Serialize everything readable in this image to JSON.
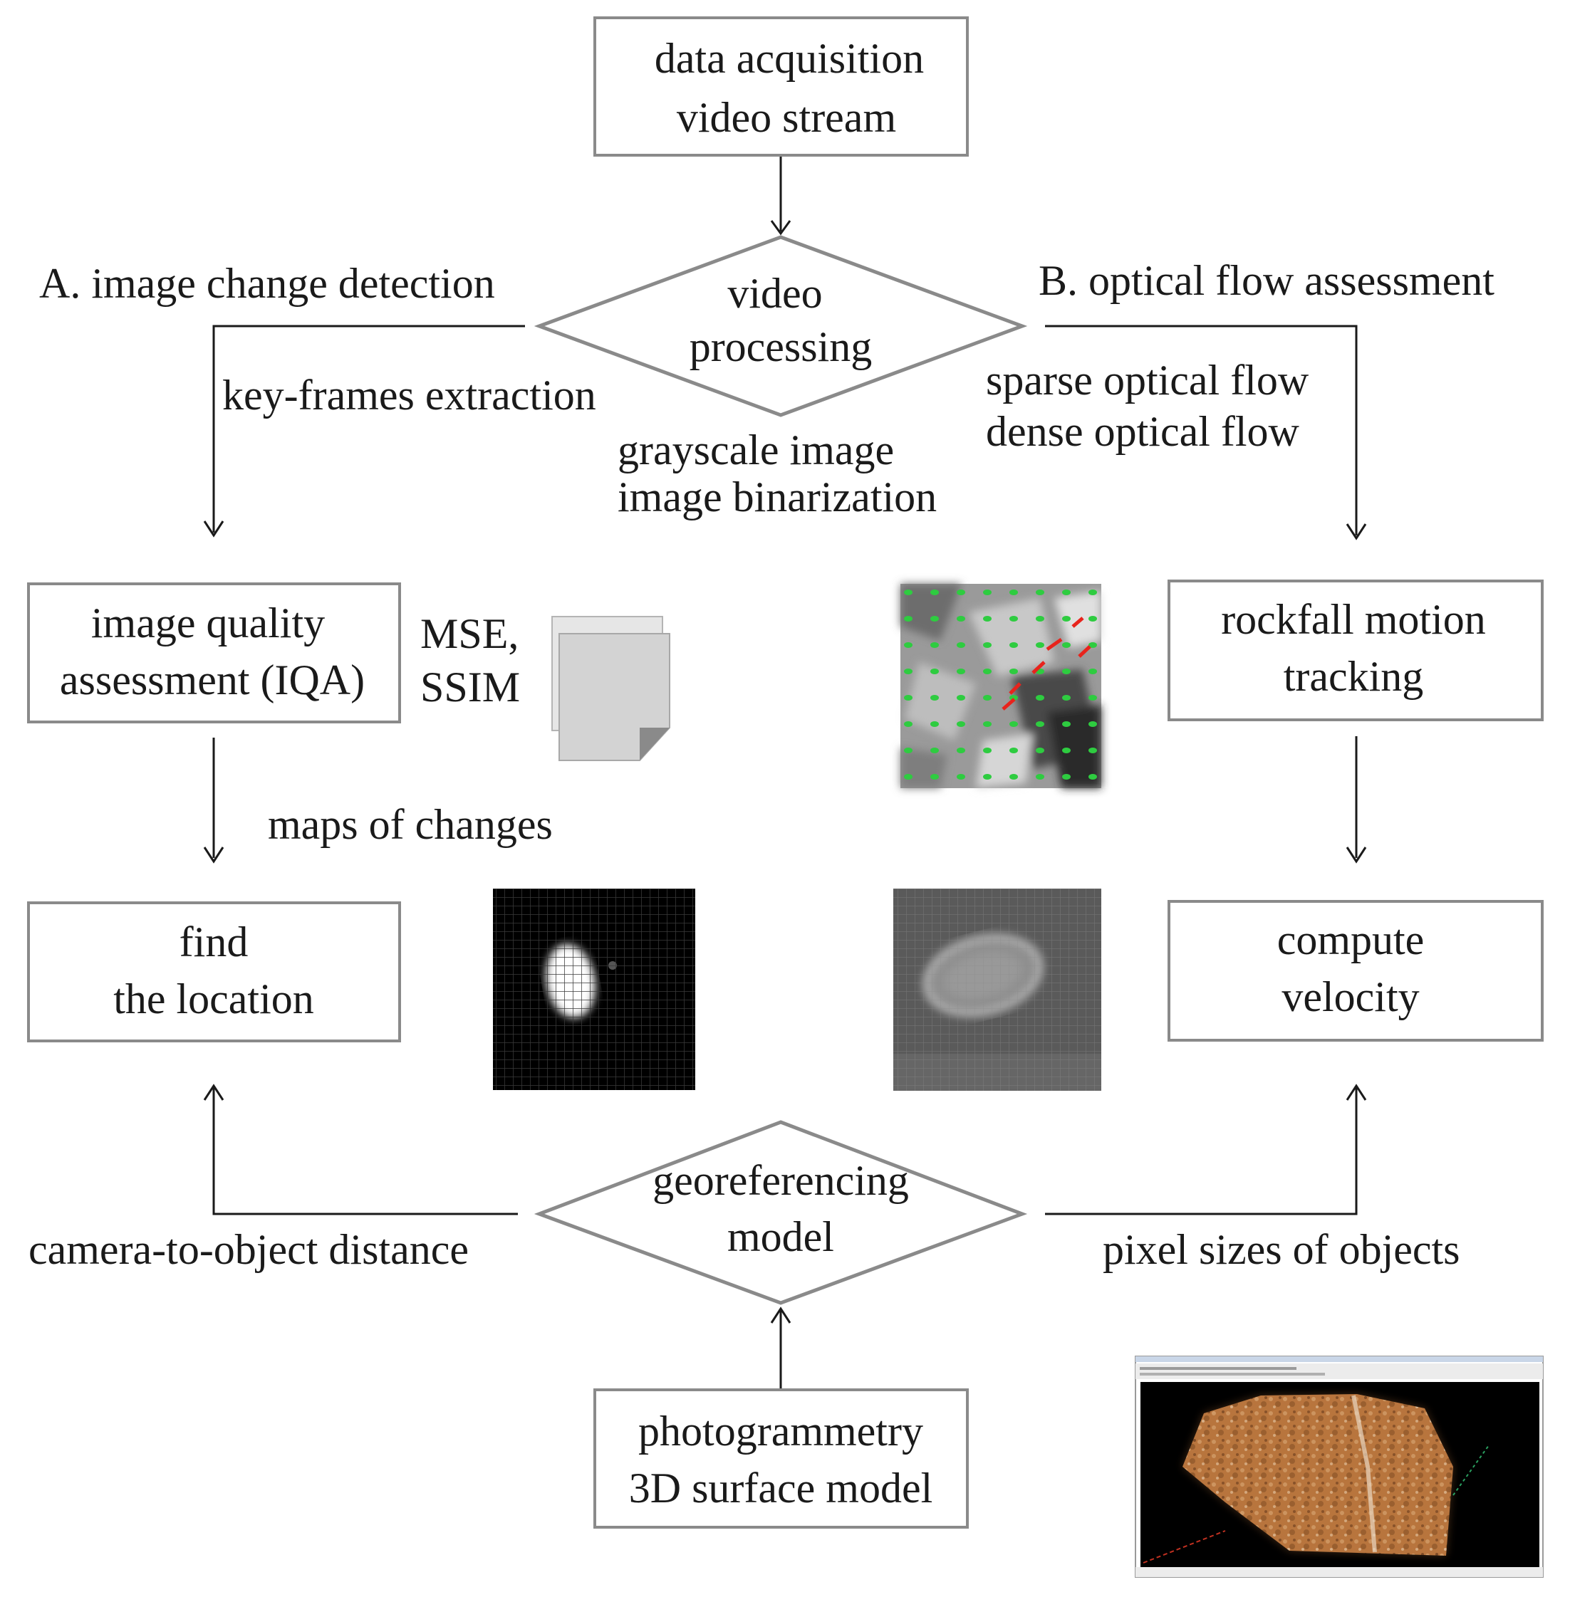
{
  "nodes": {
    "acquisition": {
      "line1": "data acquisition",
      "line2": "video stream"
    },
    "video_processing": {
      "line1": "video",
      "line2": "processing"
    },
    "iqa": {
      "line1": "image quality",
      "line2": "assessment (IQA)"
    },
    "find_location": {
      "line1": "find",
      "line2": "the location"
    },
    "rockfall_tracking": {
      "line1": "rockfall motion",
      "line2": "tracking"
    },
    "compute_velocity": {
      "line1": "compute",
      "line2": "velocity"
    },
    "georeferencing": {
      "line1": "georeferencing",
      "line2": "model"
    },
    "photogrammetry": {
      "line1": "photogrammetry",
      "line2": "3D surface model"
    }
  },
  "labels": {
    "branch_a": "A. image change detection",
    "branch_b": "B. optical flow assessment",
    "key_frames": "key-frames extraction",
    "grayscale": "grayscale image",
    "binarization": "image binarization",
    "sparse_flow": "sparse optical flow",
    "dense_flow": "dense optical flow",
    "mse": "MSE,",
    "ssim": "SSIM",
    "maps_of_changes": "maps of changes",
    "camera_distance": "camera-to-object distance",
    "pixel_sizes": "pixel sizes of objects"
  },
  "images": {
    "document_stack": "document-stack-icon",
    "optical_flow_field": "optical-flow-field-thumbnail",
    "binary_change_map": "binary-change-map-thumbnail",
    "dense_flow_map": "dense-flow-map-thumbnail",
    "surface_model_screenshot": "3d-surface-model-screenshot"
  },
  "colors": {
    "box_stroke": "#8a8a8a",
    "flow_vector_green": "#2ecc40",
    "flow_vector_red": "#e8231c",
    "rock_orange": "#b8753e"
  }
}
